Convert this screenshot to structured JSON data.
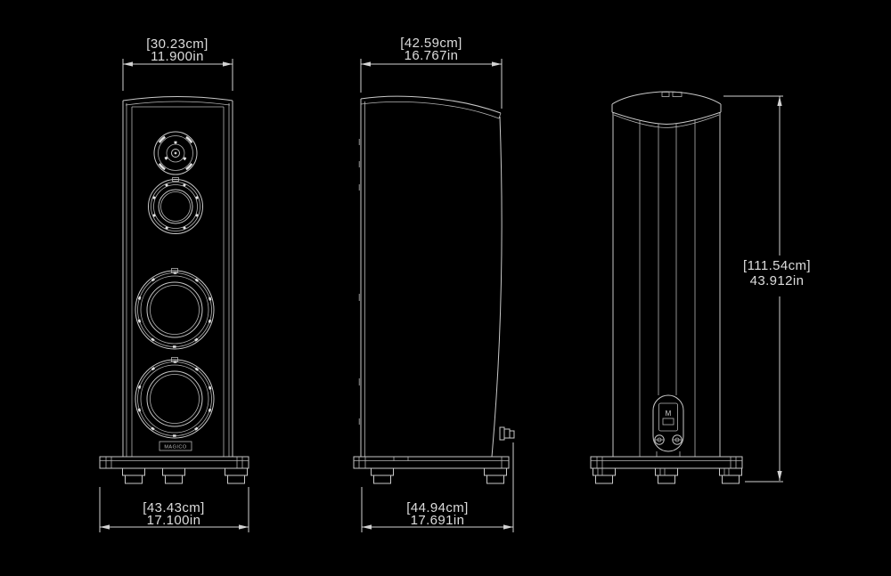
{
  "app": {
    "background_color": "#000000",
    "line_color": "#c8c8c8",
    "text_color": "#dcdcdc"
  },
  "dimensions": {
    "front_width": {
      "cm": "[30.23cm]",
      "inches": "11.900in"
    },
    "depth": {
      "cm": "[42.59cm]",
      "inches": "16.767in"
    },
    "height": {
      "cm": "[111.54cm]",
      "inches": "43.912in"
    },
    "base_width": {
      "cm": "[43.43cm]",
      "inches": "17.100in"
    },
    "base_depth": {
      "cm": "[44.94cm]",
      "inches": "17.691in"
    }
  },
  "branding": {
    "badge_text": "MAGICO",
    "logo_glyph": "M"
  }
}
